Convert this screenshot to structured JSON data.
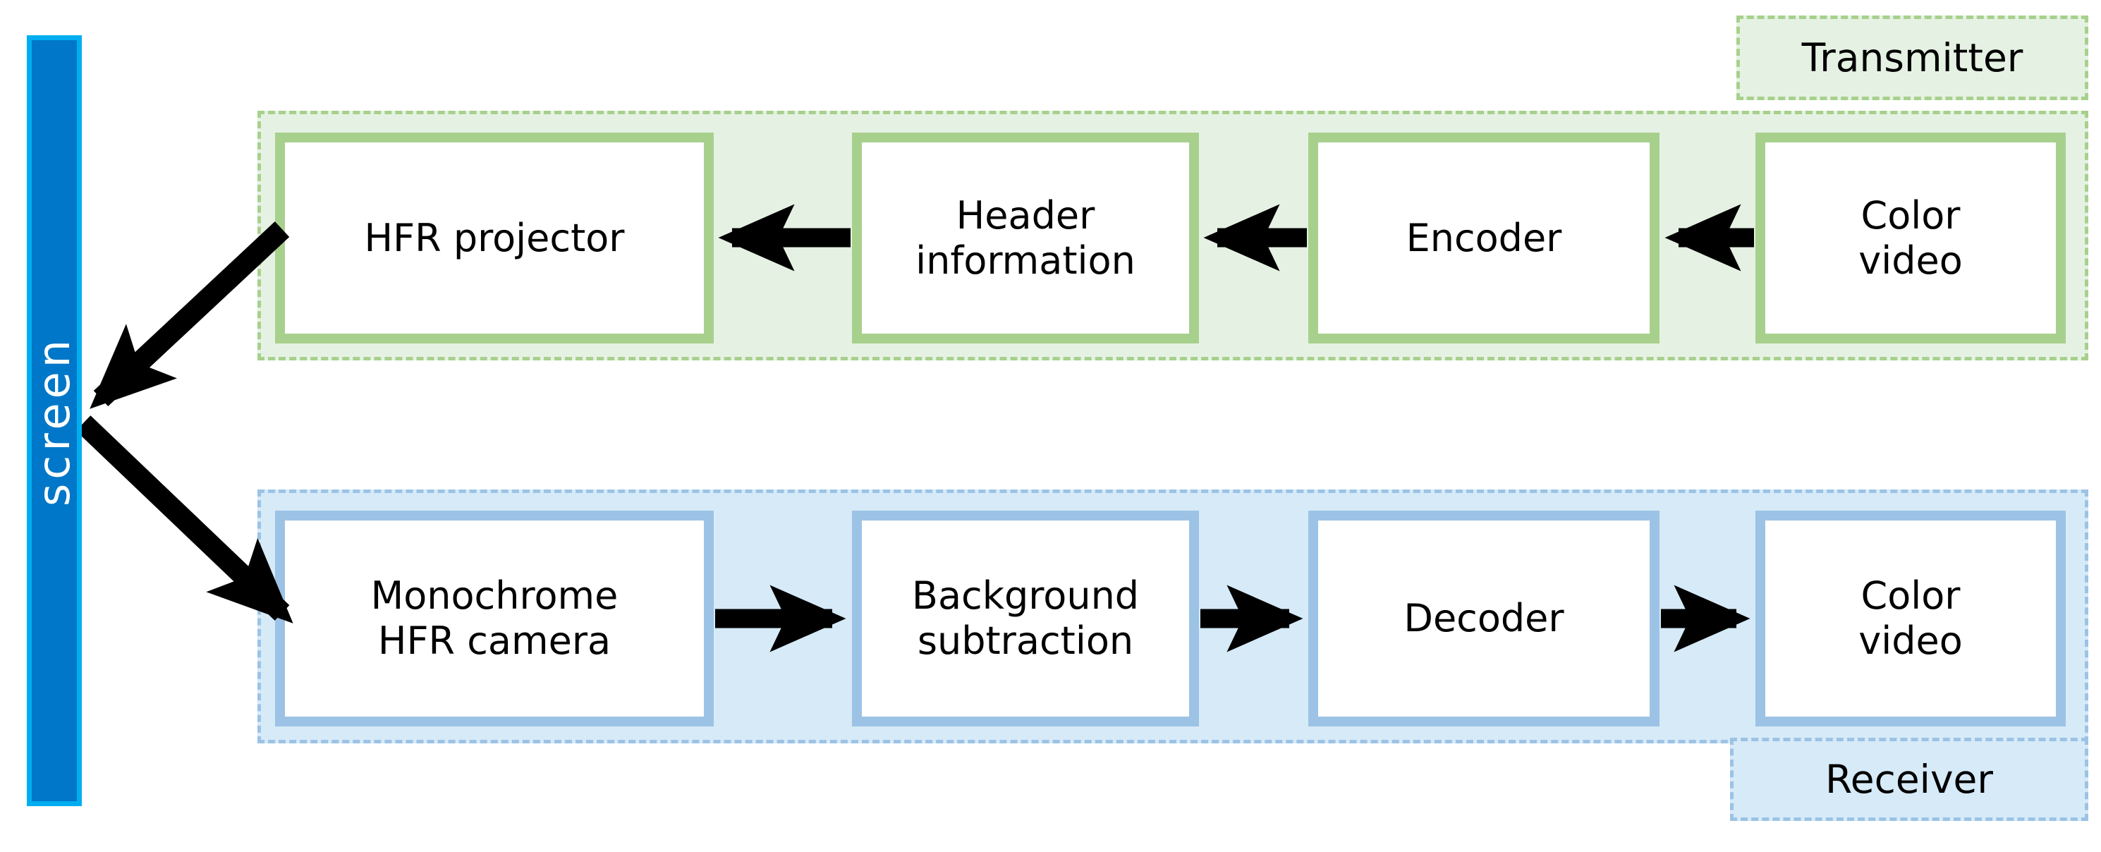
{
  "diagram": {
    "screen": {
      "label": "screen",
      "fill_color": "#0077C8",
      "border_color": "#00AEEF"
    },
    "groups": [
      {
        "id": "transmitter",
        "tag_label": "Transmitter",
        "fill_color": "#E5F2E3",
        "border_color": "#A8D08D"
      },
      {
        "id": "receiver",
        "tag_label": "Receiver",
        "fill_color": "#D6EAF8",
        "border_color": "#9CC3E5"
      }
    ],
    "transmitter_chain": [
      {
        "id": "hfr-projector",
        "label": "HFR projector"
      },
      {
        "id": "header-information",
        "label": "Header\ninformation"
      },
      {
        "id": "encoder",
        "label": "Encoder"
      },
      {
        "id": "color-video-tx",
        "label": "Color\nvideo"
      }
    ],
    "receiver_chain": [
      {
        "id": "monochrome-hfr-camera",
        "label": "Monochrome\nHFR camera"
      },
      {
        "id": "background-subtraction",
        "label": "Background\nsubtraction"
      },
      {
        "id": "decoder",
        "label": "Decoder"
      },
      {
        "id": "color-video-rx",
        "label": "Color\nvideo"
      }
    ],
    "flow": {
      "transmitter_direction": "right-to-left",
      "receiver_direction": "left-to-right",
      "projector_to_screen": "HFR projector -> screen",
      "screen_to_camera": "screen -> Monochrome HFR camera",
      "arrow_color": "#000000"
    }
  }
}
